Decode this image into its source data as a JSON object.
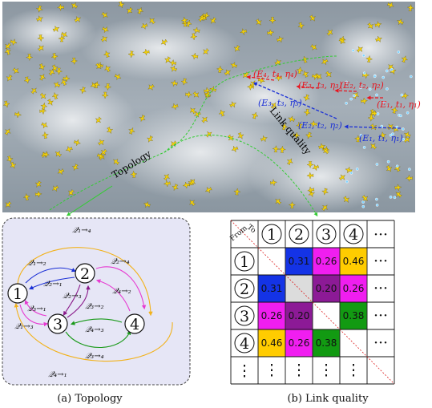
{
  "map": {
    "labels": {
      "topology": "Topology",
      "link_quality": "Link quality"
    },
    "tuples": [
      {
        "text": "(E₄, t₄, η₄)",
        "color": "#e8141e"
      },
      {
        "text": "(E₃, t₃, η₃)",
        "color": "#e8141e"
      },
      {
        "text": "(E₂, t₂, η₂)",
        "color": "#e8141e"
      },
      {
        "text": "(E₁, t₁, η₁)",
        "color": "#e8141e"
      },
      {
        "text": "(E₃, t₃, η₃)",
        "color": "#1a2fd6"
      },
      {
        "text": "(E₂, t₂, η₂)",
        "color": "#1a2fd6"
      },
      {
        "text": "(E₁, t₁, η₁)",
        "color": "#1a2fd6"
      }
    ]
  },
  "topology": {
    "caption": "(a) Topology",
    "nodes": [
      "1",
      "2",
      "3",
      "4"
    ],
    "links": [
      {
        "label": "𝒬₁→₄",
        "color": "#f2b21b"
      },
      {
        "label": "𝒬₁→₂",
        "color": "#1a2fd6"
      },
      {
        "label": "𝒬₂→₄",
        "color": "#e63bd1"
      },
      {
        "label": "𝒬₂→₁",
        "color": "#1a2fd6"
      },
      {
        "label": "𝒬₄→₂",
        "color": "#e63bd1"
      },
      {
        "label": "𝒬₂→₃",
        "color": "#8a1a8a"
      },
      {
        "label": "𝒬₃→₁",
        "color": "#e63bd1"
      },
      {
        "label": "𝒬₃→₂",
        "color": "#8a1a8a"
      },
      {
        "label": "𝒬₁→₃",
        "color": "#e63bd1"
      },
      {
        "label": "𝒬₄→₃",
        "color": "#1a9a1a"
      },
      {
        "label": "𝒬₃→₄",
        "color": "#1a9a1a"
      },
      {
        "label": "𝒬₄→₁",
        "color": "#f2b21b"
      }
    ]
  },
  "link_quality": {
    "caption": "(b) Link quality",
    "corner_to": "To",
    "corner_from": "From",
    "col_headers": [
      "1",
      "2",
      "3",
      "4",
      "···"
    ],
    "row_headers": [
      "1",
      "2",
      "3",
      "4",
      "⋮"
    ],
    "rows": [
      [
        {
          "v": "",
          "c": "#ffffff"
        },
        {
          "v": "0.31",
          "c": "#1433e6"
        },
        {
          "v": "0.26",
          "c": "#f01ef0"
        },
        {
          "v": "0.46",
          "c": "#ffcc00"
        },
        {
          "v": "···",
          "c": "#ffffff"
        }
      ],
      [
        {
          "v": "0.31",
          "c": "#1433e6"
        },
        {
          "v": "",
          "c": "#dcdcdc"
        },
        {
          "v": "0.20",
          "c": "#8c1a96"
        },
        {
          "v": "0.26",
          "c": "#f01ef0"
        },
        {
          "v": "···",
          "c": "#ffffff"
        }
      ],
      [
        {
          "v": "0.26",
          "c": "#f01ef0"
        },
        {
          "v": "0.20",
          "c": "#8c1a96"
        },
        {
          "v": "",
          "c": "#ffffff"
        },
        {
          "v": "0.38",
          "c": "#129a12"
        },
        {
          "v": "···",
          "c": "#ffffff"
        }
      ],
      [
        {
          "v": "0.46",
          "c": "#ffcc00"
        },
        {
          "v": "0.26",
          "c": "#f01ef0"
        },
        {
          "v": "0.38",
          "c": "#129a12"
        },
        {
          "v": "",
          "c": "#ffffff"
        },
        {
          "v": "···",
          "c": "#ffffff"
        }
      ],
      [
        {
          "v": "⋮",
          "c": "#ffffff"
        },
        {
          "v": "⋮",
          "c": "#ffffff"
        },
        {
          "v": "⋮",
          "c": "#ffffff"
        },
        {
          "v": "⋮",
          "c": "#ffffff"
        },
        {
          "v": "",
          "c": "#ffffff"
        }
      ]
    ]
  }
}
